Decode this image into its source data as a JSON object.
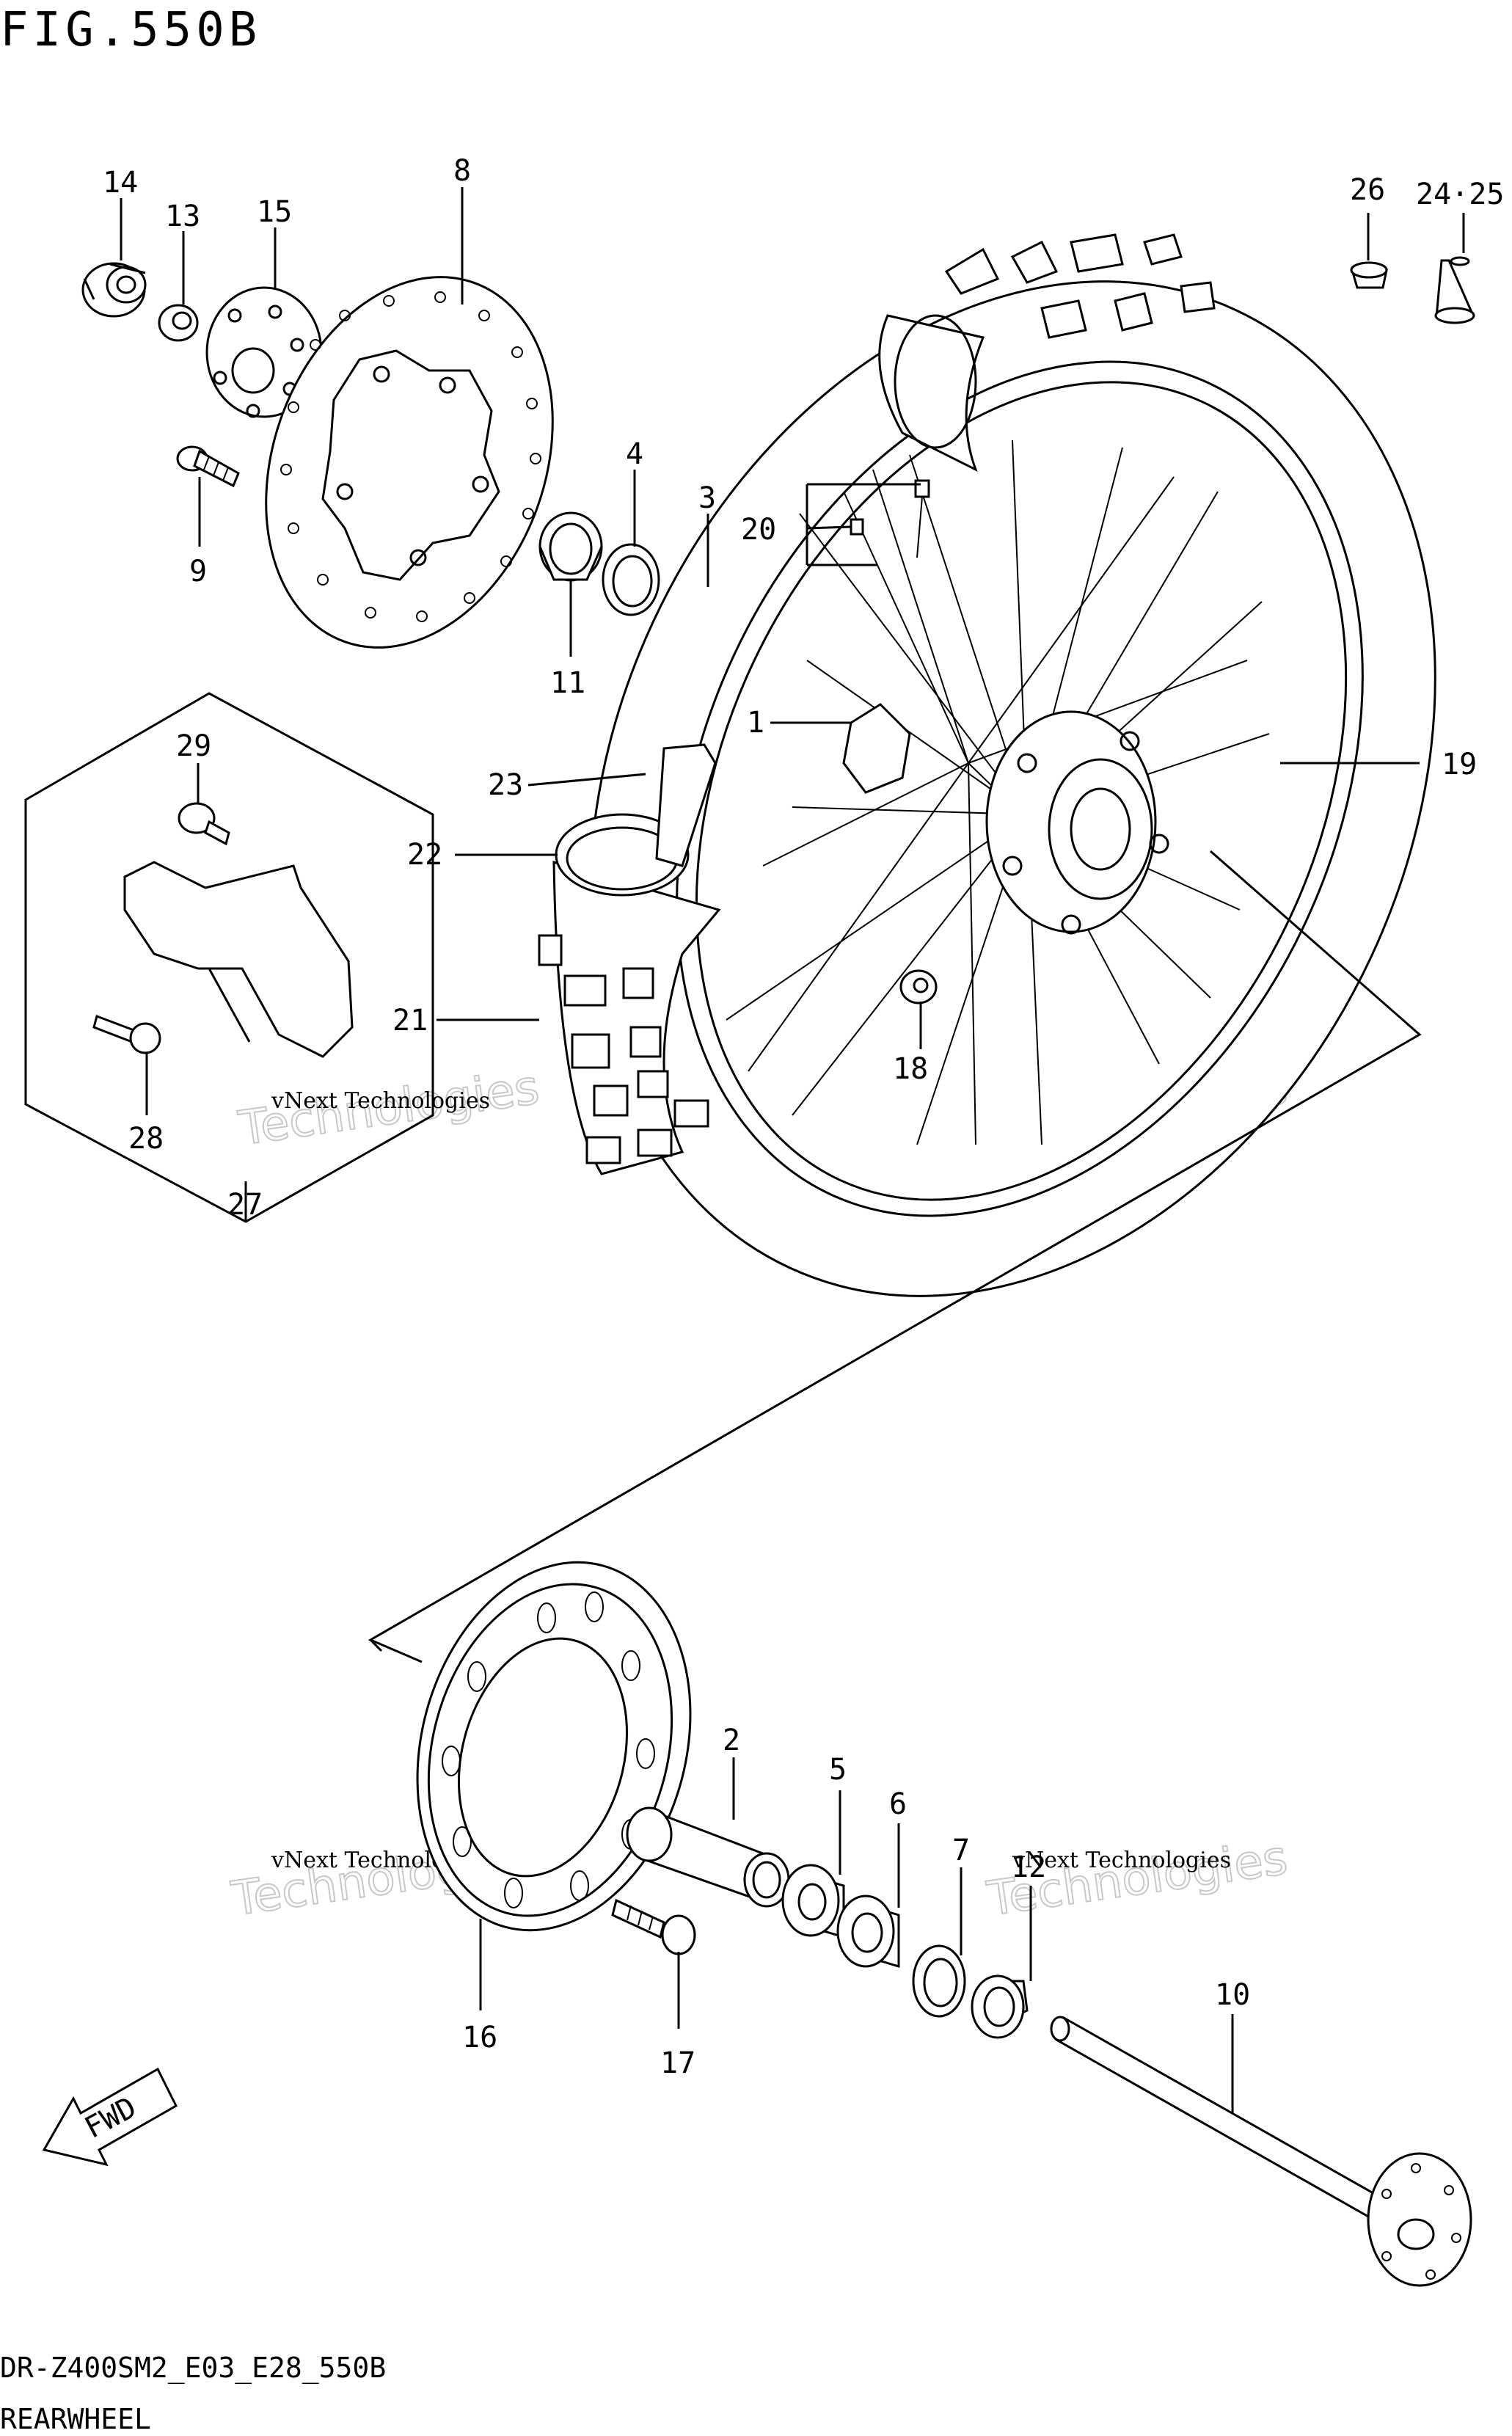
{
  "figure": {
    "title": "FIG.550B",
    "model_code": "DR-Z400SM2_E03_E28_550B",
    "caption": "REARWHEEL"
  },
  "fwd_label": "FWD",
  "watermark": {
    "line1": "vNext Technologies",
    "line2": "Technologies"
  },
  "callouts": {
    "c1": "1",
    "c2": "2",
    "c3": "3",
    "c4": "4",
    "c5": "5",
    "c6": "6",
    "c7": "7",
    "c8": "8",
    "c9": "9",
    "c10": "10",
    "c11": "11",
    "c12": "12",
    "c13": "13",
    "c14": "14",
    "c15": "15",
    "c16": "16",
    "c17": "17",
    "c18": "18",
    "c19": "19",
    "c20": "20",
    "c21": "21",
    "c22": "22",
    "c23": "23",
    "c2425": "24·25",
    "c26": "26",
    "c27": "27",
    "c28": "28",
    "c29": "29"
  }
}
